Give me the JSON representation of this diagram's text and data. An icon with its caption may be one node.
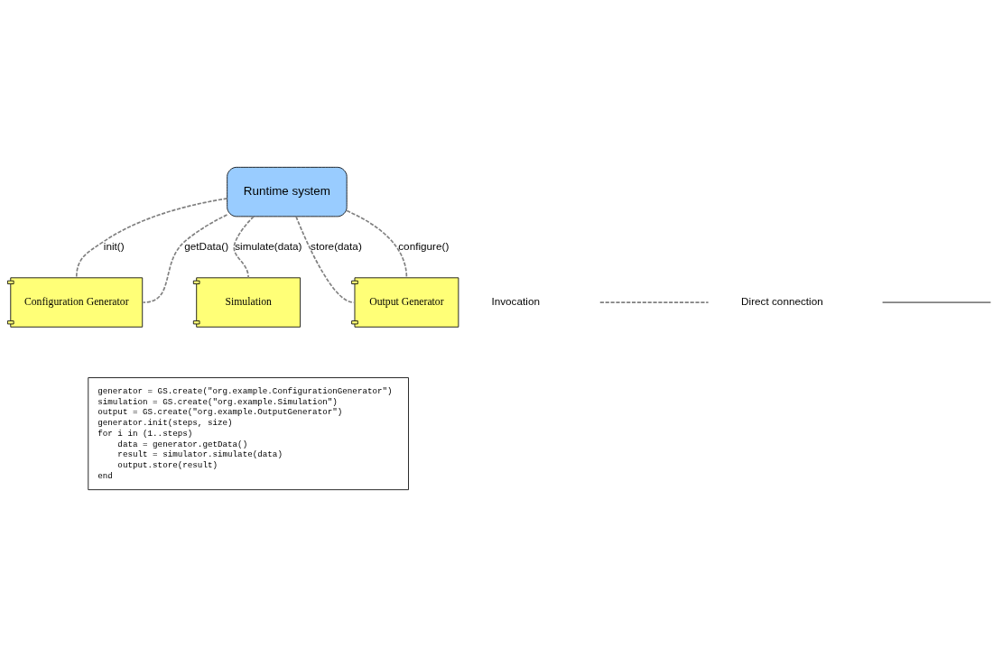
{
  "diagram": {
    "nodes": [
      {
        "text": [
          "Runtime system"
        ]
      },
      {
        "text": [
          "Configuration Generator"
        ]
      },
      {
        "text": [
          "Simulation"
        ]
      },
      {
        "text": [
          "Output Generator"
        ]
      },
      {
        "text": [
          "generator = GS.create(\"org.example.ConfigurationGenerator\")",
          "simulation = GS.create(\"org.example.Simulation\")",
          "output = GS.create(\"org.example.OutputGenerator\")",
          "generator.init(steps, size)",
          "for i in (1..steps)",
          "    data = generator.getData()",
          "    result = simulator.simulate(data)",
          "    output.store(result)",
          "end"
        ]
      }
    ],
    "edges": [
      {
        "from": 0,
        "to": 1,
        "arrow": "none",
        "label": "init()",
        "style": "dashed"
      },
      {
        "from": 0,
        "to": 1,
        "arrow": "none",
        "label": "getData()",
        "style": "dashed"
      },
      {
        "from": 0,
        "to": 2,
        "arrow": "none",
        "label": "simulate(data)",
        "style": "dashed"
      },
      {
        "from": 0,
        "to": 3,
        "arrow": "none",
        "label": "store(data)",
        "style": "dashed"
      },
      {
        "from": 0,
        "to": 3,
        "arrow": "none",
        "label": "configure()",
        "style": "dashed"
      }
    ],
    "legend": [
      {
        "text": "Invocation"
      },
      {
        "text": "Direct connection"
      }
    ]
  }
}
